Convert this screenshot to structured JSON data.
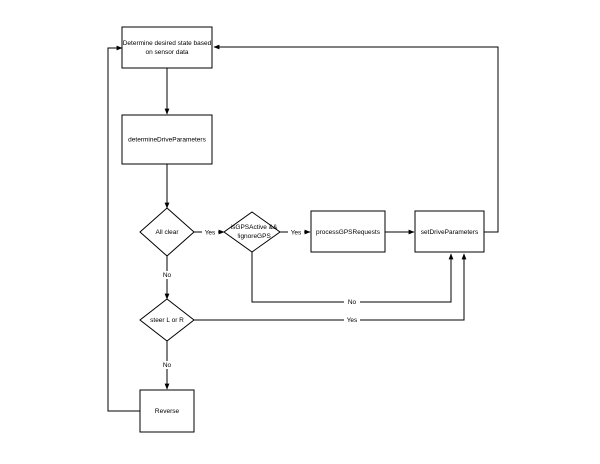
{
  "nodes": {
    "determine_state": {
      "line1": "Determine desired state based",
      "line2": "on sensor data"
    },
    "determine_drive": {
      "label": "determineDriveParameters"
    },
    "all_clear": {
      "label": "All clear"
    },
    "gps_active": {
      "line1": "isGPSActive &&",
      "line2": "!ignoreGPS"
    },
    "process_gps": {
      "label": "processGPSRequests"
    },
    "set_drive": {
      "label": "setDriveParameters"
    },
    "steer": {
      "label": "steer L or R"
    },
    "reverse": {
      "label": "Reverse"
    }
  },
  "edges": {
    "all_clear_yes": "Yes",
    "all_clear_no": "No",
    "gps_yes": "Yes",
    "gps_no": "No",
    "steer_yes": "Yes",
    "steer_no": "No"
  }
}
